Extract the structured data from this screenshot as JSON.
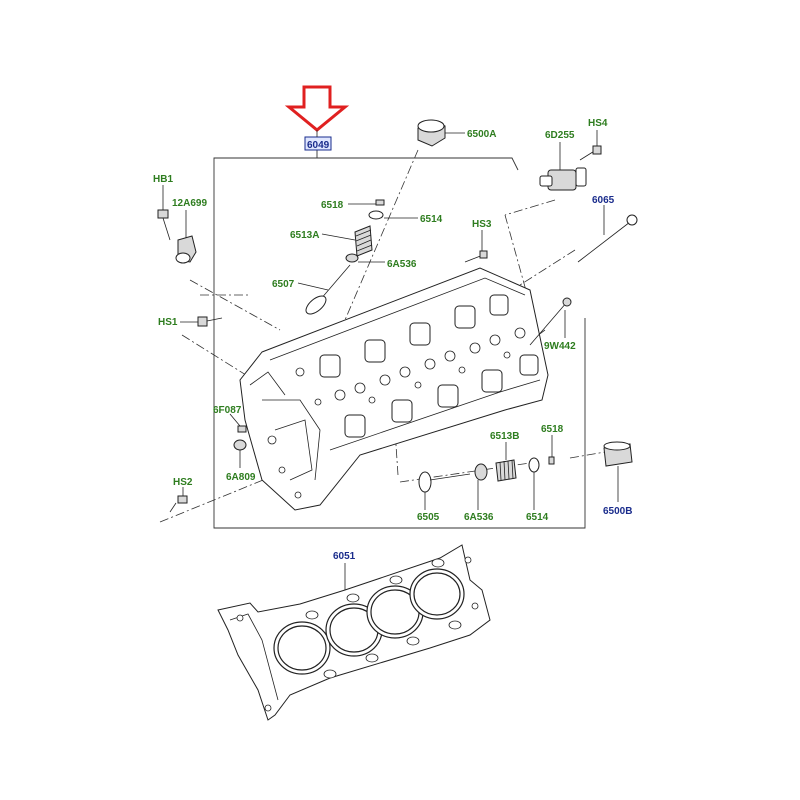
{
  "highlight_color": "#e02020",
  "label_colors": {
    "green": "#2e7d1f",
    "blue": "#1a2c8c"
  },
  "callouts": {
    "main_part": "6049",
    "gasket": "6051",
    "tappet_a": "6500A",
    "tappet_b": "6500B",
    "solenoid": "6D255",
    "bolt_hs4": "HS4",
    "retainer_top": "6518",
    "seal_top": "6514",
    "spring_a": "6513A",
    "seat_a": "6A536",
    "valve_exhaust": "6507",
    "bolt_6065": "6065",
    "bolt_hs3": "HS3",
    "bolt_hb1": "HB1",
    "sensor_12a699": "12A699",
    "bolt_hs1": "HS1",
    "stud_9w442": "9W442",
    "pin_6f087": "6F087",
    "dowel_6a809": "6A809",
    "bolt_hs2": "HS2",
    "spring_b": "6513B",
    "retainer_bottom": "6518",
    "valve_intake": "6505",
    "seat_b": "6A536",
    "seal_bottom": "6514"
  }
}
